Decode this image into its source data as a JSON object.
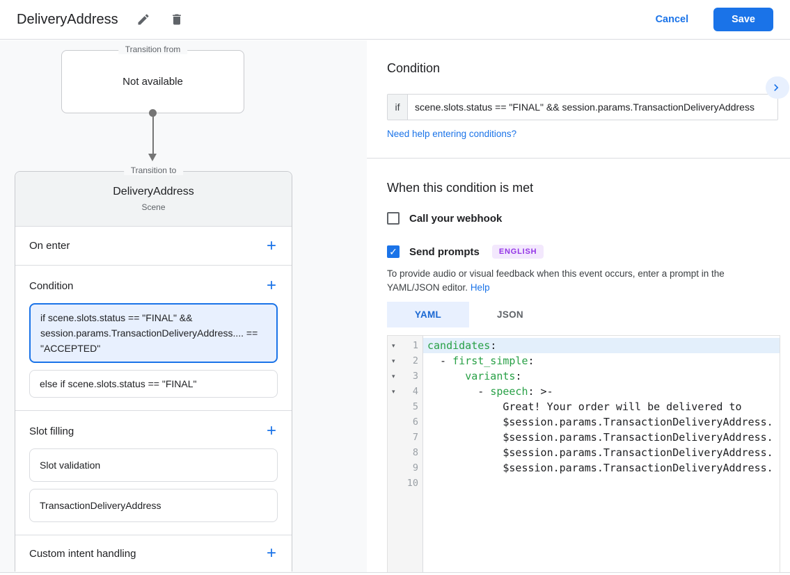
{
  "header": {
    "title": "DeliveryAddress",
    "cancel_label": "Cancel",
    "save_label": "Save"
  },
  "icons": {
    "plus": "+",
    "fold": "▾",
    "check": "✓",
    "edit": "pencil-icon",
    "delete": "trash-icon",
    "collapse": "chevron-right-icon"
  },
  "colors": {
    "accent": "#1a73e8",
    "selected_card_bg": "#e8f0fe",
    "selected_card_border": "#1a73e8",
    "badge_text": "#9334e6",
    "badge_bg": "#f3e8fd",
    "code_key_green": "#28a046"
  },
  "flow": {
    "transition_from": {
      "label": "Transition from",
      "value": "Not available"
    },
    "transition_to": {
      "label": "Transition to",
      "scene_name": "DeliveryAddress",
      "scene_type": "Scene",
      "sections": {
        "on_enter": {
          "title": "On enter"
        },
        "condition": {
          "title": "Condition",
          "cards": [
            {
              "text": "if scene.slots.status == \"FINAL\" && session.params.TransactionDeliveryAddress.... == \"ACCEPTED\"",
              "selected": true
            },
            {
              "text": "else if scene.slots.status == \"FINAL\"",
              "selected": false
            }
          ]
        },
        "slot_filling": {
          "title": "Slot filling",
          "cards": [
            {
              "text": "Slot validation"
            },
            {
              "text": "TransactionDeliveryAddress"
            }
          ]
        },
        "custom_intent": {
          "title": "Custom intent handling"
        }
      }
    }
  },
  "condition_panel": {
    "title": "Condition",
    "if_label": "if",
    "if_value": "scene.slots.status == \"FINAL\" && session.params.TransactionDeliveryAddress",
    "help_link": "Need help entering conditions?"
  },
  "when_met": {
    "title": "When this condition is met",
    "webhook": {
      "label": "Call your webhook",
      "checked": false
    },
    "prompts": {
      "label": "Send prompts",
      "checked": true,
      "badge": "ENGLISH"
    },
    "description": "To provide audio or visual feedback when this event occurs, enter a prompt in the YAML/JSON editor.",
    "help_label": "Help",
    "tabs": [
      {
        "label": "YAML",
        "active": true
      },
      {
        "label": "JSON",
        "active": false
      }
    ]
  },
  "editor": {
    "lines": [
      {
        "n": 1,
        "fold": true,
        "active": true,
        "tokens": [
          [
            "key",
            "candidates"
          ],
          [
            "plain",
            ":"
          ]
        ]
      },
      {
        "n": 2,
        "fold": true,
        "active": false,
        "tokens": [
          [
            "plain",
            "  - "
          ],
          [
            "key",
            "first_simple"
          ],
          [
            "plain",
            ":"
          ]
        ]
      },
      {
        "n": 3,
        "fold": true,
        "active": false,
        "tokens": [
          [
            "plain",
            "      "
          ],
          [
            "key",
            "variants"
          ],
          [
            "plain",
            ":"
          ]
        ]
      },
      {
        "n": 4,
        "fold": true,
        "active": false,
        "tokens": [
          [
            "plain",
            "        - "
          ],
          [
            "key",
            "speech"
          ],
          [
            "plain",
            ": >-"
          ]
        ]
      },
      {
        "n": 5,
        "fold": false,
        "active": false,
        "tokens": [
          [
            "plain",
            "            Great! Your order will be delivered to"
          ]
        ]
      },
      {
        "n": 6,
        "fold": false,
        "active": false,
        "tokens": [
          [
            "plain",
            "            $session.params.TransactionDeliveryAddress."
          ]
        ]
      },
      {
        "n": 7,
        "fold": false,
        "active": false,
        "tokens": [
          [
            "plain",
            "            $session.params.TransactionDeliveryAddress."
          ]
        ]
      },
      {
        "n": 8,
        "fold": false,
        "active": false,
        "tokens": [
          [
            "plain",
            "            $session.params.TransactionDeliveryAddress."
          ]
        ]
      },
      {
        "n": 9,
        "fold": false,
        "active": false,
        "tokens": [
          [
            "plain",
            "            $session.params.TransactionDeliveryAddress."
          ]
        ]
      },
      {
        "n": 10,
        "fold": false,
        "active": false,
        "tokens": []
      }
    ]
  }
}
